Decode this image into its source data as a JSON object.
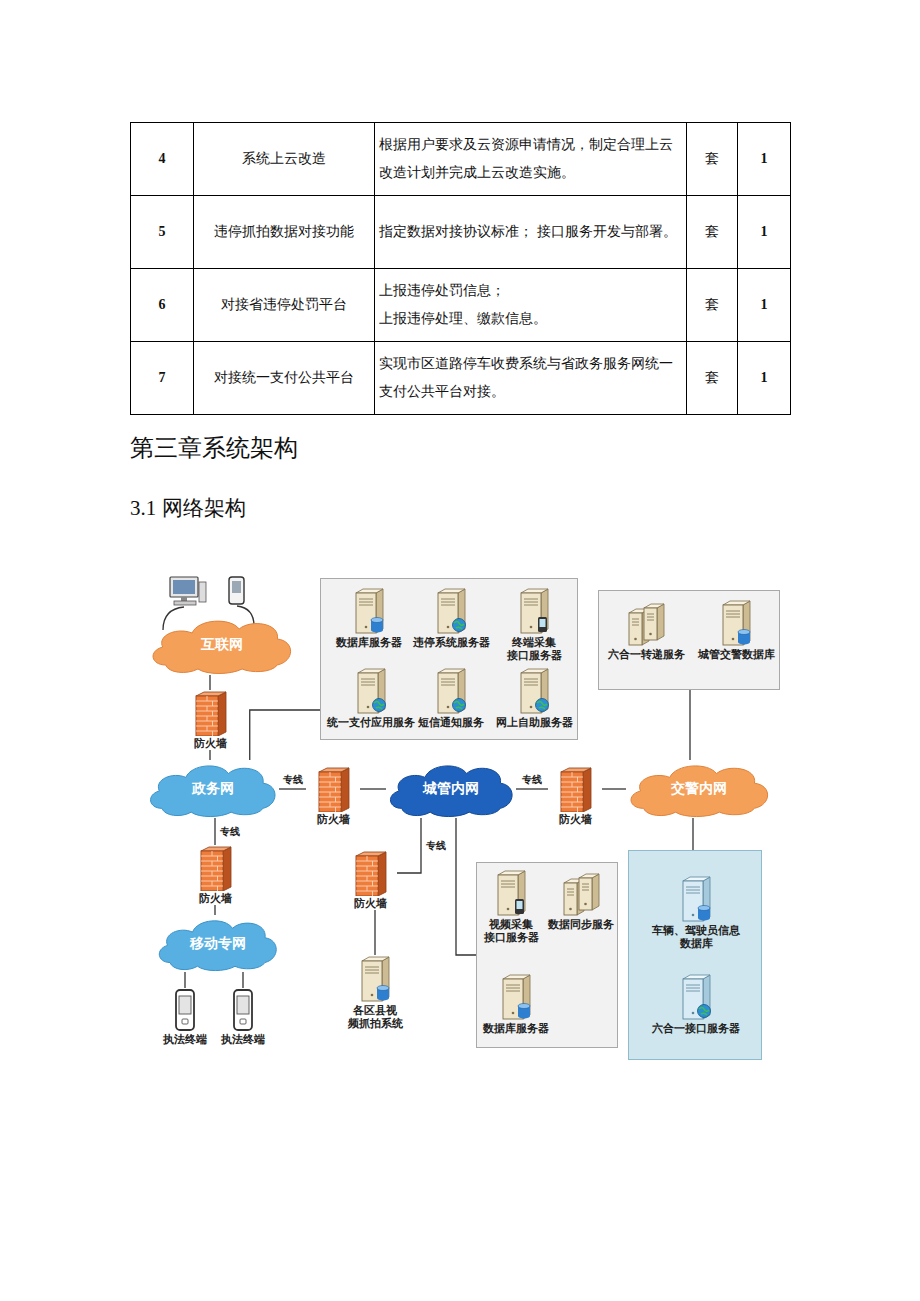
{
  "diagram": {
    "title": "3.1 网络架构",
    "nodes": [
      {
        "text": [
          "互联网"
        ]
      },
      {
        "text": [
          "防火墙"
        ]
      },
      {
        "text": [
          "政务网"
        ]
      },
      {
        "text": []
      },
      {
        "text": [
          "数据库服务器"
        ],
        "in": 3
      },
      {
        "text": [
          "违停系统服务器"
        ],
        "in": 3
      },
      {
        "text": [
          "终端采集 接口服务器"
        ],
        "in": 3
      },
      {
        "text": [
          "统一支付应用服务"
        ],
        "in": 3
      },
      {
        "text": [
          "短信通知服务"
        ],
        "in": 3
      },
      {
        "text": [
          "网上自助服务器"
        ],
        "in": 3
      },
      {
        "text": [
          "防火墙"
        ]
      },
      {
        "text": [
          "城管内网"
        ]
      },
      {
        "text": [
          "防火墙"
        ]
      },
      {
        "text": [
          "交警内网"
        ]
      },
      {
        "text": []
      },
      {
        "text": [
          "六合一转递服务"
        ],
        "in": 14
      },
      {
        "text": [
          "城管交警数据库"
        ],
        "in": 14
      },
      {
        "text": [
          "防火墙"
        ]
      },
      {
        "text": [
          "移动专网"
        ]
      },
      {
        "text": [
          "执法终端"
        ]
      },
      {
        "text": [
          "执法终端"
        ]
      },
      {
        "text": [
          "防火墙"
        ]
      },
      {
        "text": [
          "各区县视 频抓拍系统"
        ]
      },
      {
        "text": []
      },
      {
        "text": [
          "视频采集 接口服务器"
        ],
        "in": 23
      },
      {
        "text": [
          "数据同步服务"
        ],
        "in": 23
      },
      {
        "text": [
          "数据库服务器"
        ],
        "in": 23
      },
      {
        "text": []
      },
      {
        "text": [
          "车辆、驾驶员信息 数据库"
        ],
        "in": 27
      },
      {
        "text": [
          "六合一接口服务器"
        ],
        "in": 27
      }
    ],
    "edges": [
      {
        "from": 0,
        "to": 1,
        "arrow": "none"
      },
      {
        "from": 1,
        "to": 2,
        "arrow": "none"
      },
      {
        "from": 2,
        "to": 3,
        "arrow": "none"
      },
      {
        "from": 2,
        "to": 10,
        "label": "专线",
        "arrow": "none"
      },
      {
        "from": 10,
        "to": 11,
        "arrow": "none"
      },
      {
        "from": 11,
        "to": 12,
        "label": "专线",
        "arrow": "none"
      },
      {
        "from": 12,
        "to": 13,
        "arrow": "none"
      },
      {
        "from": 13,
        "to": 14,
        "arrow": "none"
      },
      {
        "from": 13,
        "to": 27,
        "arrow": "none"
      },
      {
        "from": 2,
        "to": 17,
        "label": "专线",
        "arrow": "none"
      },
      {
        "from": 17,
        "to": 18,
        "arrow": "none"
      },
      {
        "from": 18,
        "to": 19,
        "arrow": "none"
      },
      {
        "from": 18,
        "to": 20,
        "arrow": "none"
      },
      {
        "from": 11,
        "to": 21,
        "label": "专线",
        "arrow": "none"
      },
      {
        "from": 21,
        "to": 22,
        "arrow": "none"
      },
      {
        "from": 11,
        "to": 23,
        "arrow": "none"
      }
    ],
    "labels": [
      "4",
      "系统上云改造",
      "根据用户要求及云资源申请情况，制定合理上云改造计划并完成上云改造实施。",
      "套",
      "1",
      "5",
      "违停抓拍数据对接功能",
      "指定数据对接协议标准； 接口服务开发与部署。",
      "套",
      "1",
      "6",
      "对接省违停处罚平台",
      "上报违停处罚信息；",
      "上报违停处理、缴款信息。",
      "套",
      "1",
      "7",
      "对接统一支付公共平台",
      "实现市区道路停车收费系统与省政务服务网统一支付公共平台对接。",
      "套",
      "1",
      "第三章系统架构"
    ]
  }
}
